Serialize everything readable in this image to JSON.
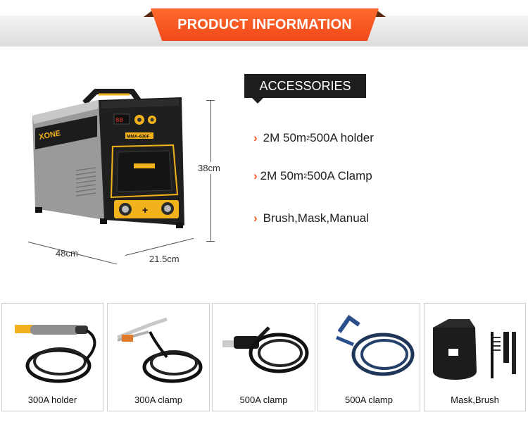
{
  "header": {
    "title": "PRODUCT INFORMATION"
  },
  "product": {
    "brand": "XONE",
    "model": "MMA-630F",
    "dimensions": {
      "depth": "48cm",
      "width": "21.5cm",
      "height": "38cm"
    }
  },
  "accessories": {
    "title": "ACCESSORIES",
    "items": [
      {
        "pre": "2M 50m",
        "sup": "2",
        "post": " 500A holder"
      },
      {
        "pre": "2M 50m",
        "sup": "2",
        "post": " 500A Clamp"
      },
      {
        "pre": "Brush,Mask,Manual",
        "sup": "",
        "post": ""
      }
    ]
  },
  "thumbnails": [
    {
      "label": "300A holder"
    },
    {
      "label": "300A clamp"
    },
    {
      "label": "500A clamp"
    },
    {
      "label": "500A clamp"
    },
    {
      "label": "Mask,Brush"
    }
  ],
  "colors": {
    "accent": "#f05a1e",
    "dark": "#1e1e1e",
    "yellow": "#f2b21c"
  }
}
